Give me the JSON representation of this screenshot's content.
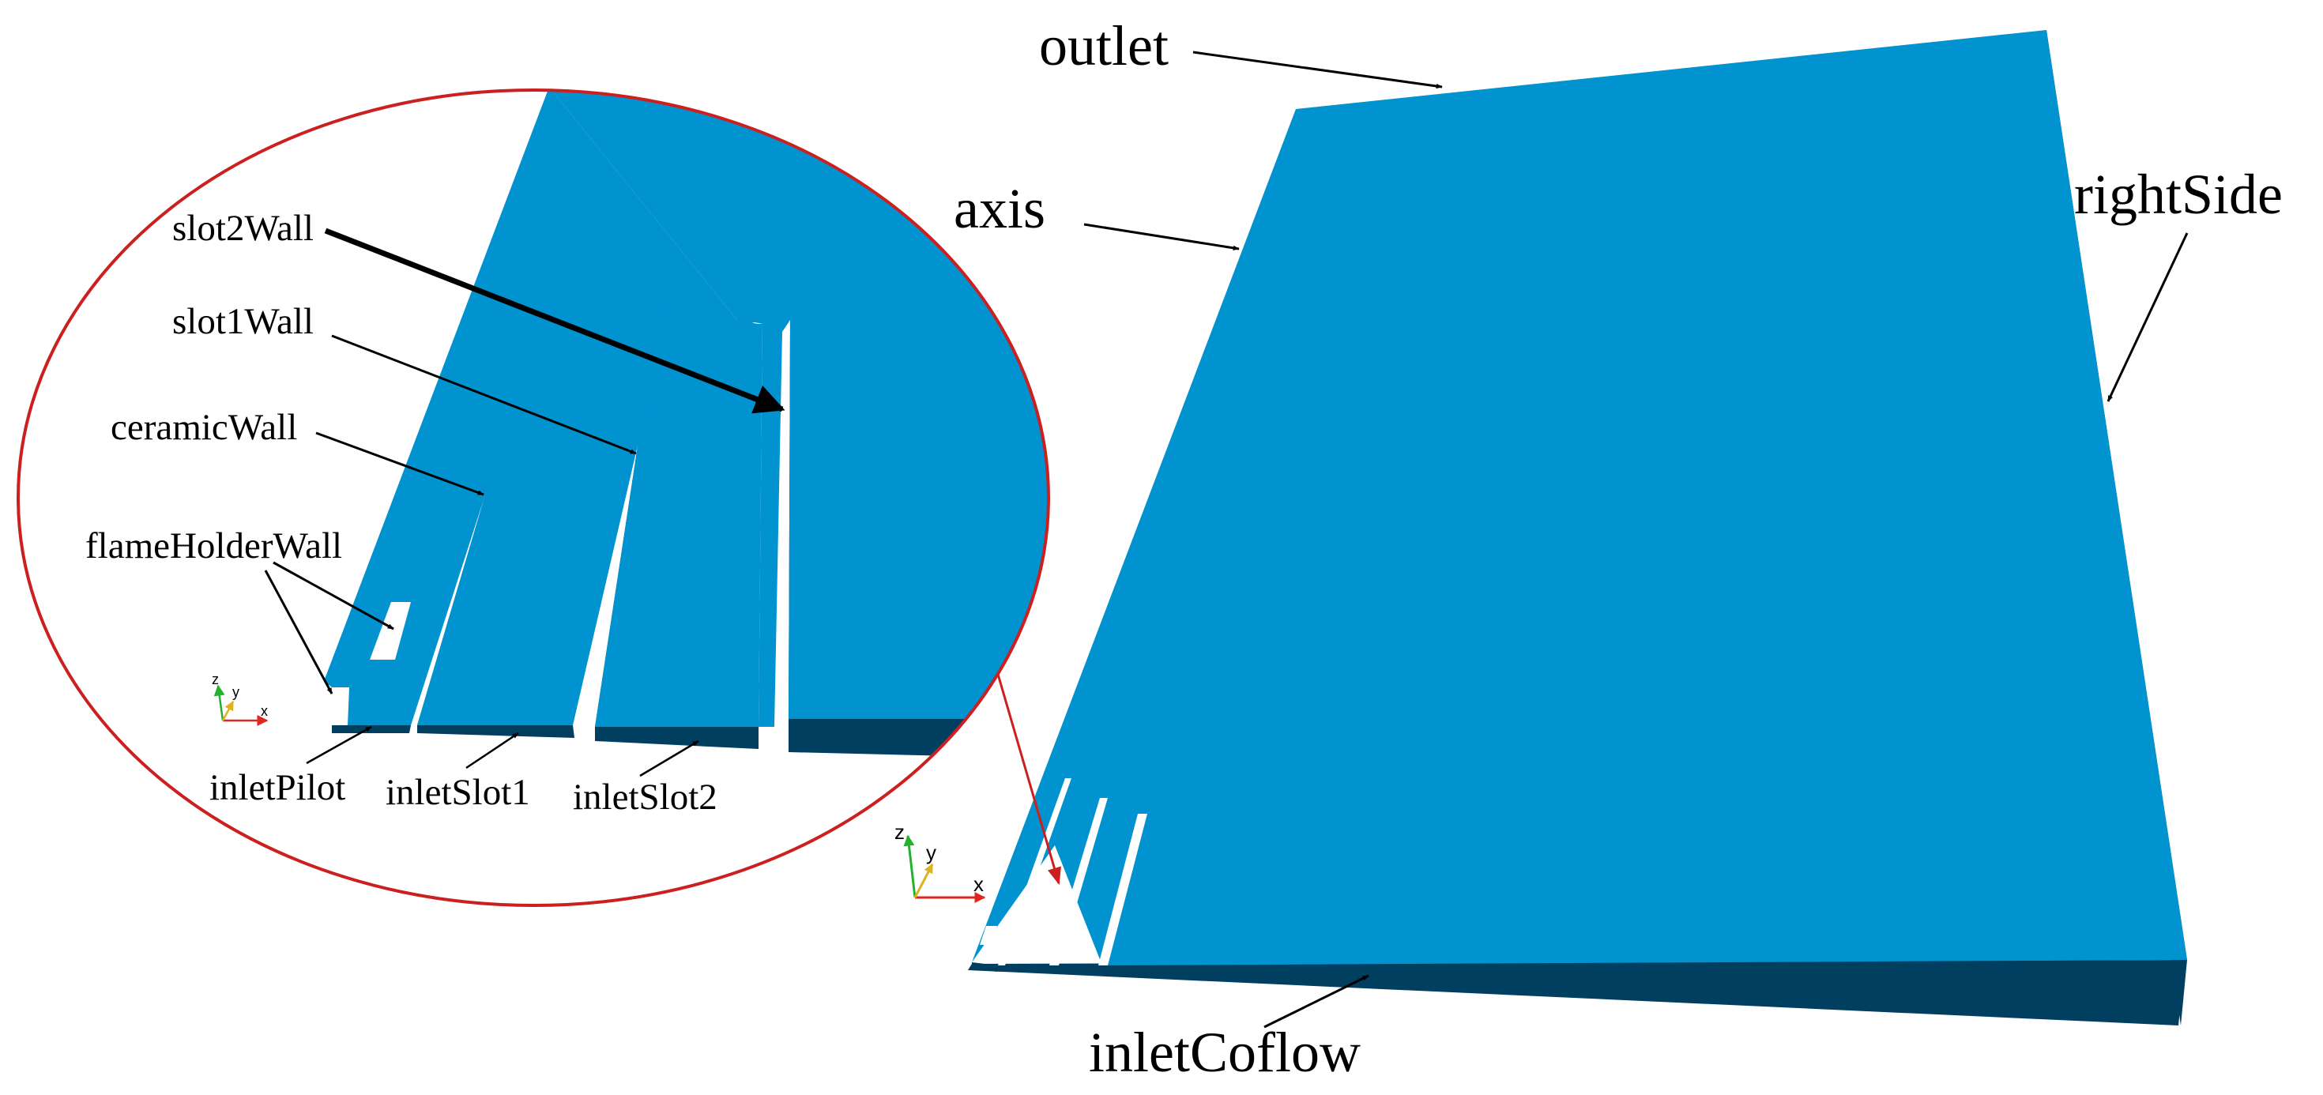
{
  "colors": {
    "face": "#0093d0",
    "side": "#003f5f",
    "highlight": "#6fc5ea",
    "circle": "#cc1f1f",
    "arrow": "#000000",
    "axis_x": "#e0261f",
    "axis_y": "#e0b21f",
    "axis_z": "#22b22b",
    "background": "#ffffff"
  },
  "main_view": {
    "labels": {
      "outlet": "outlet",
      "axis": "axis",
      "rightSide": "rightSide",
      "inletCoflow": "inletCoflow"
    },
    "triad": {
      "x": "x",
      "y": "y",
      "z": "z"
    }
  },
  "zoom_view": {
    "labels": {
      "slot2Wall": "slot2Wall",
      "slot1Wall": "slot1Wall",
      "ceramicWall": "ceramicWall",
      "flameHolderWall": "flameHolderWall",
      "inletPilot": "inletPilot",
      "inletSlot1": "inletSlot1",
      "inletSlot2": "inletSlot2"
    },
    "triad": {
      "x": "x",
      "y": "y",
      "z": "z"
    }
  }
}
